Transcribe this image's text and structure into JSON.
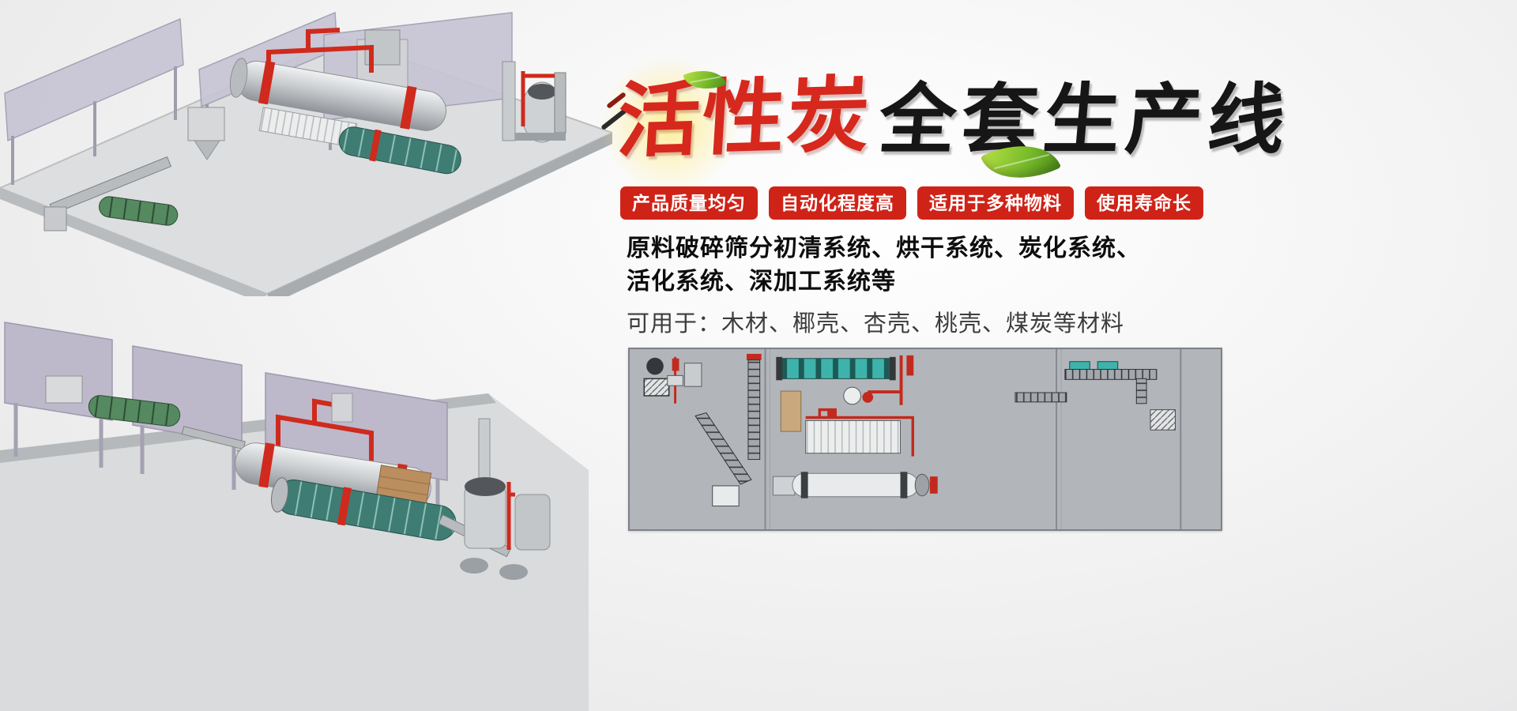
{
  "banner": {
    "title": {
      "highlight": "活性炭",
      "rest": "全套生产线"
    },
    "badges": [
      {
        "label": "产品质量均匀"
      },
      {
        "label": "自动化程度高"
      },
      {
        "label": "适用于多种物料"
      },
      {
        "label": "使用寿命长"
      }
    ],
    "description": {
      "line1": "原料破碎筛分初清系统、烘干系统、炭化系统、",
      "line2": "活化系统、深加工系统等",
      "materials": "可用于：木材、椰壳、杏壳、桃壳、煤炭等材料"
    },
    "colors": {
      "badge_red": "#cf2318",
      "title_red": "#d6281c",
      "title_black": "#161616",
      "leaf_green": "#79bb2a"
    }
  },
  "illustrations": {
    "top_left": "activated-carbon-production-line-3d-render",
    "bottom_left": "activated-carbon-production-line-3d-render-alt-view",
    "bottom_right": "plant-layout-schematic-diagram"
  }
}
